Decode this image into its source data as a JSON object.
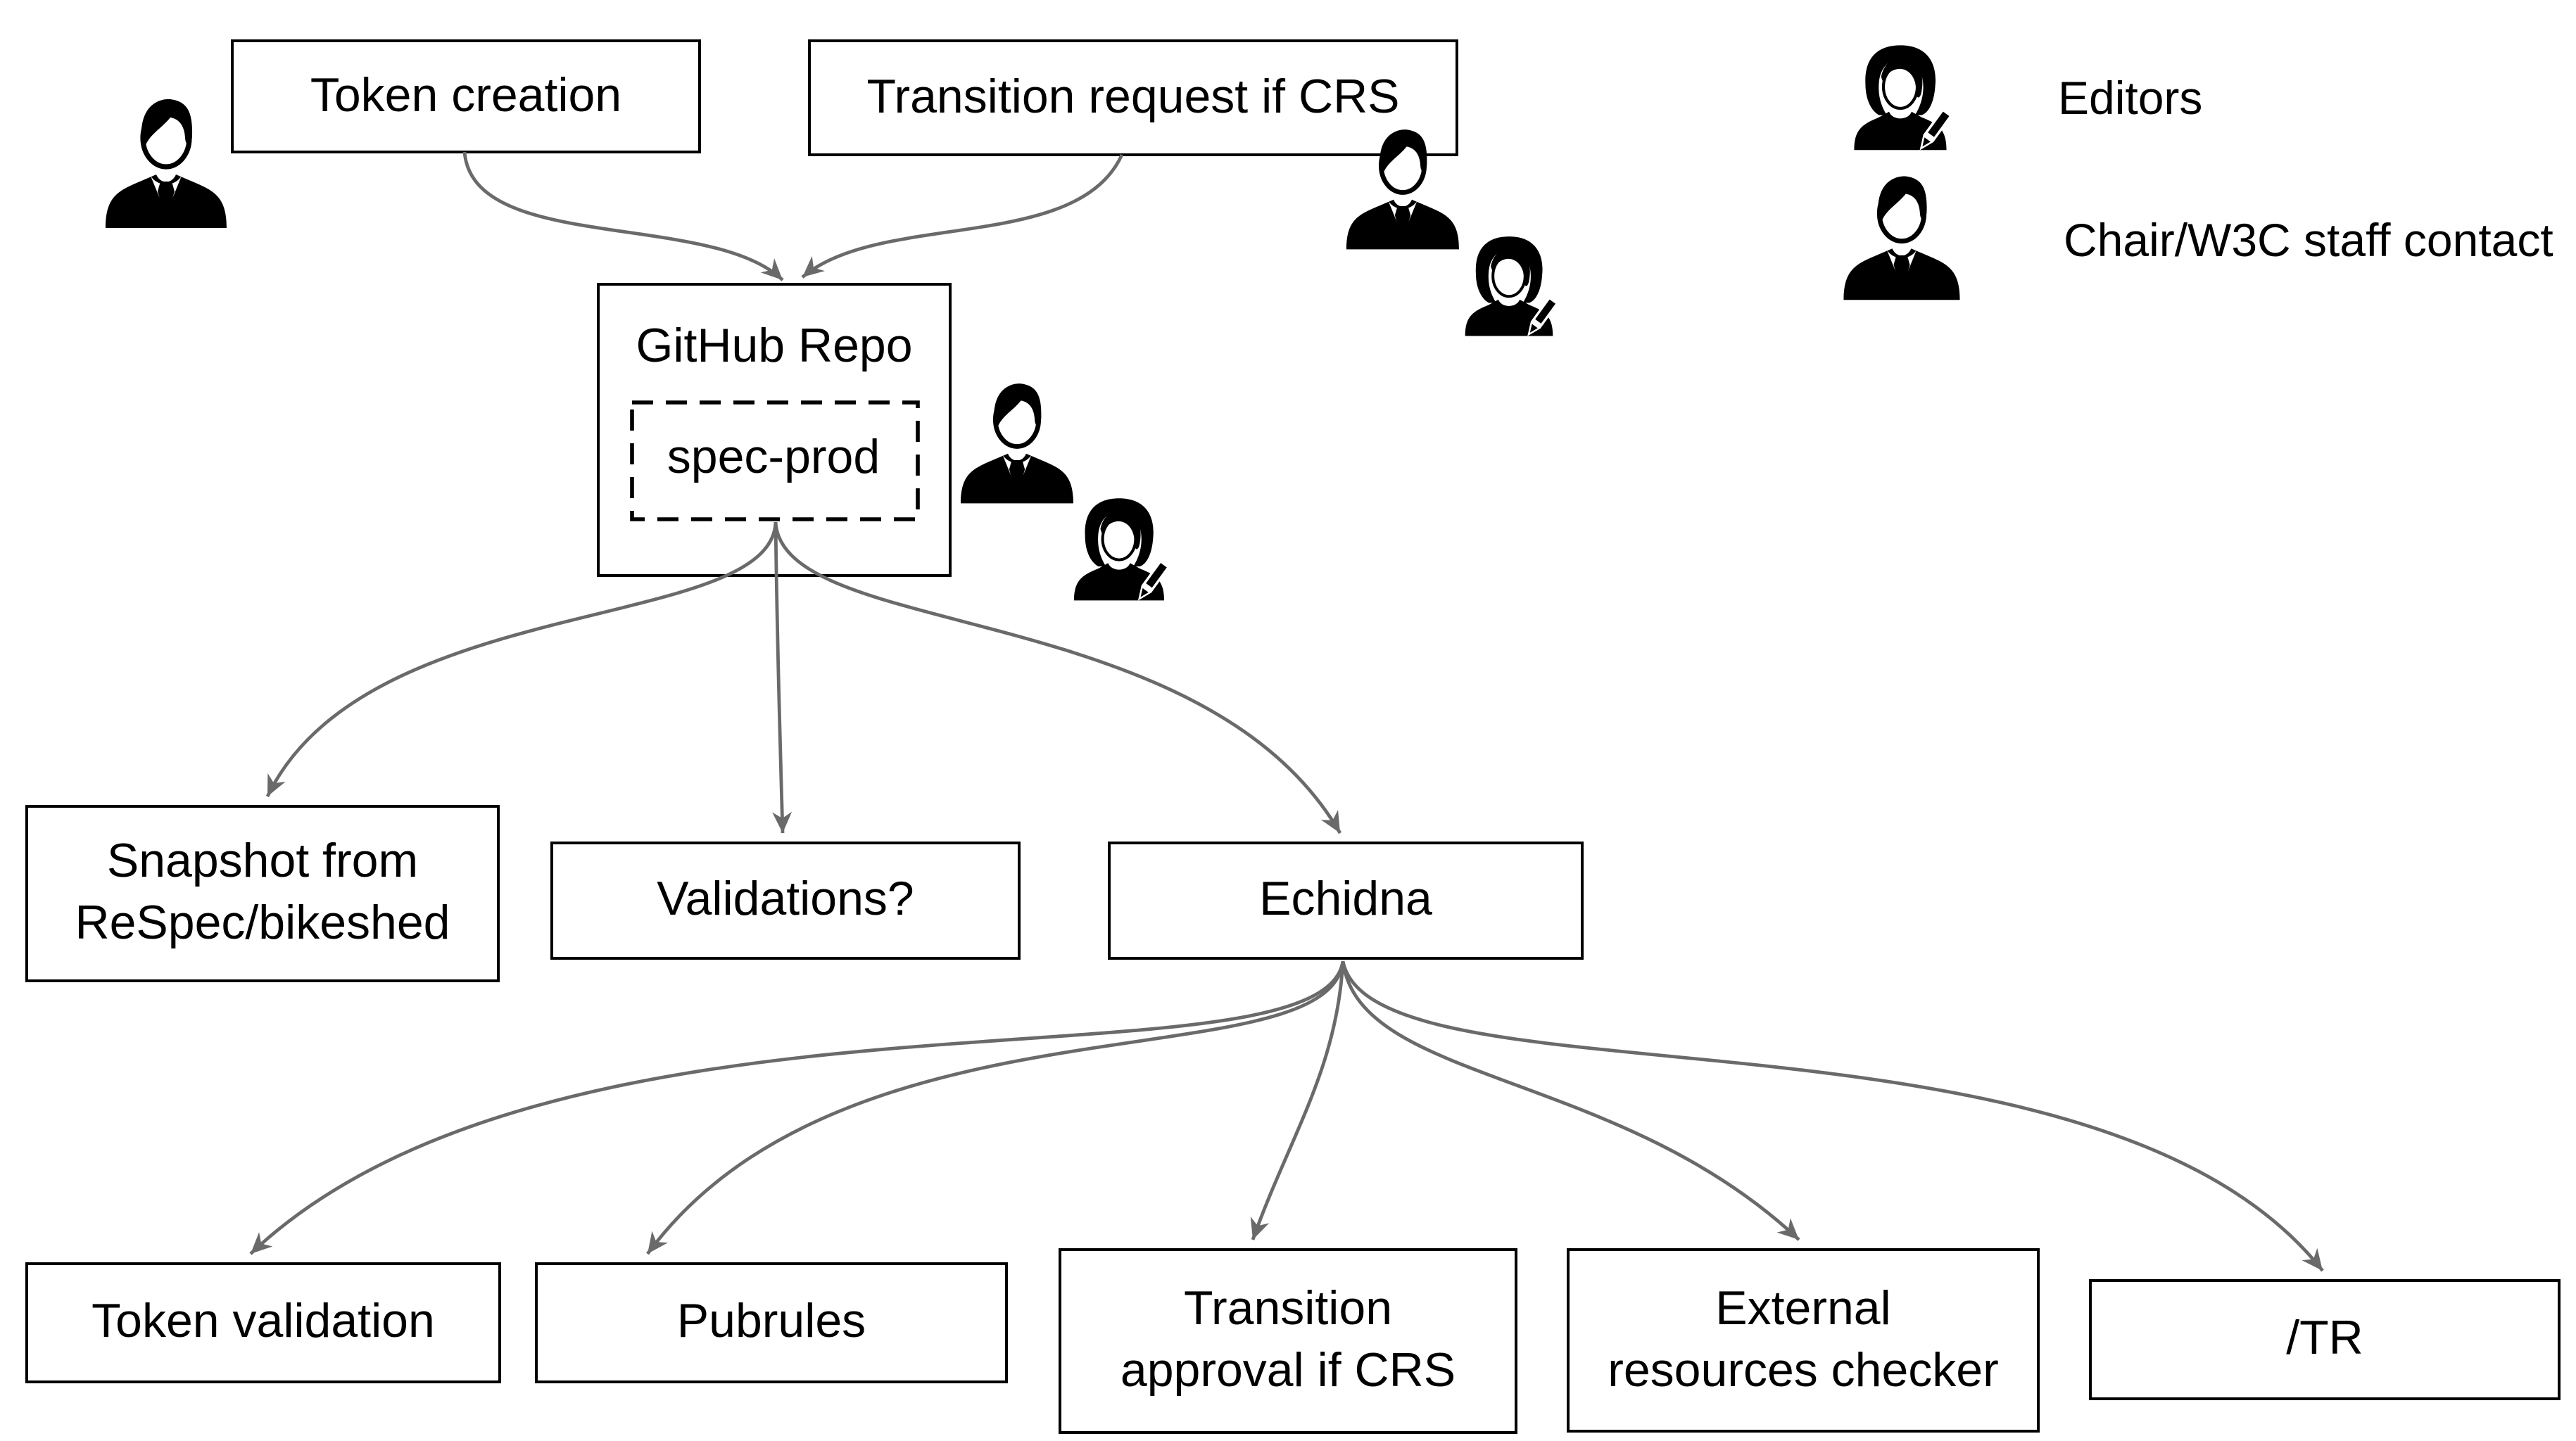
{
  "diagram": {
    "nodes": {
      "token_creation": {
        "lines": [
          "Token creation"
        ]
      },
      "transition_request": {
        "lines": [
          "Transition request if CRS"
        ]
      },
      "github_repo": {
        "lines": [
          "GitHub Repo"
        ]
      },
      "spec_prod": {
        "lines": [
          "spec-prod"
        ]
      },
      "snapshot": {
        "lines": [
          "Snapshot from",
          "ReSpec/bikeshed"
        ]
      },
      "validations": {
        "lines": [
          "Validations?"
        ]
      },
      "echidna": {
        "lines": [
          "Echidna"
        ]
      },
      "token_validation": {
        "lines": [
          "Token validation"
        ]
      },
      "pubrules": {
        "lines": [
          "Pubrules"
        ]
      },
      "transition_approval": {
        "lines": [
          "Transition",
          "approval if CRS"
        ]
      },
      "external_resources": {
        "lines": [
          "External",
          "resources checker"
        ]
      },
      "tr": {
        "lines": [
          "/TR"
        ]
      }
    },
    "legend": {
      "editors": {
        "label": "Editors",
        "icon": "editor-woman-pencil-icon"
      },
      "chair": {
        "label": "Chair/W3C staff contact",
        "icon": "businessman-icon"
      }
    },
    "colors": {
      "line": "#6a6a6a",
      "border": "#000000",
      "text": "#000000",
      "background": "#ffffff"
    }
  }
}
